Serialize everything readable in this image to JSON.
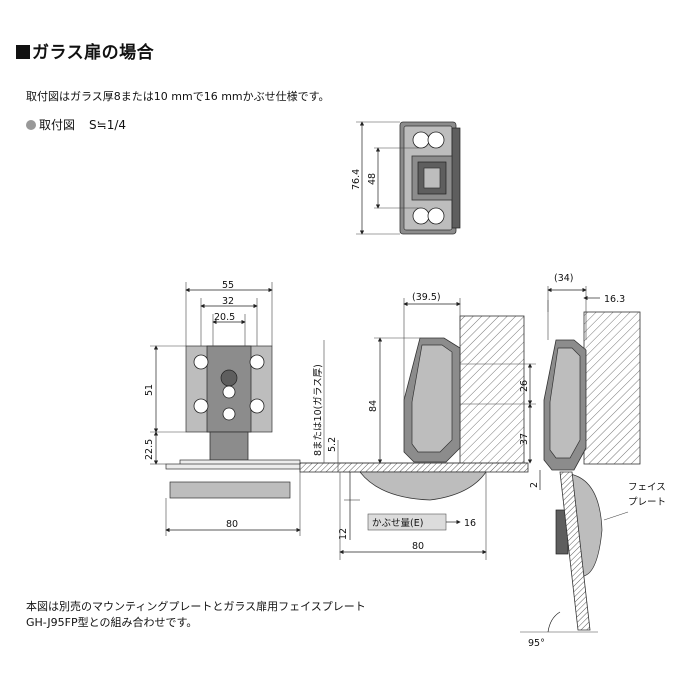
{
  "header": {
    "title": "ガラス扉の場合",
    "note": "取付図はガラス厚8または10 mmで16 mmかぶせ仕様です。",
    "figure_label": "取付図",
    "figure_spec": "S≒1/4"
  },
  "dimensions": {
    "top_height": "76.4",
    "top_pitch": "48",
    "width_55": "55",
    "width_32": "32",
    "width_20_5": "20.5",
    "height_51": "51",
    "height_22_5": "22.5",
    "width_80_front": "80",
    "glass_label": "8または10(ガラス厚)",
    "gap_5_2": "5.2",
    "height_84": "84",
    "width_39_5": "(39.5)",
    "height_26": "26",
    "height_37": "37",
    "height_12": "12",
    "overlay_label": "かぶせ量(E)",
    "overlay_16": "16",
    "width_80_side": "80",
    "width_34": "(34)",
    "width_16_3": "16.3",
    "gap_2": "2",
    "face_plate_1": "フェイス",
    "face_plate_2": "プレート",
    "angle_95": "95°"
  },
  "footer": {
    "line1": "本図は別売のマウンティングプレートとガラス扉用フェイスプレート",
    "line2": "GH-J95FP型との組み合わせです。"
  }
}
